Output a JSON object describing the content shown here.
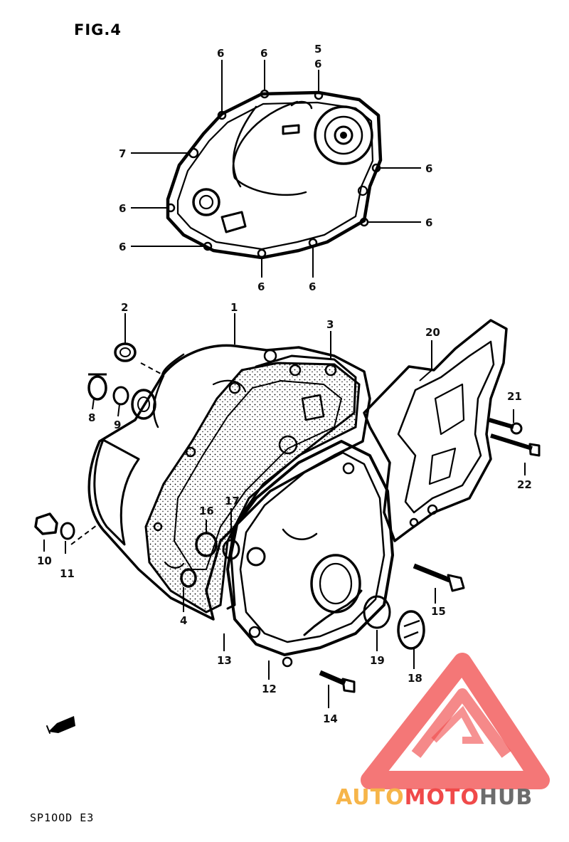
{
  "figure": {
    "title": "FIG.4",
    "model_code": "SP1OOD E3"
  },
  "brand": {
    "part1": "AUTO",
    "part2": "MOTO",
    "part3": "HUB"
  },
  "colors": {
    "ink": "#000000",
    "paper": "#ffffff",
    "watermark_red": "#f04a4a",
    "watermark_orange": "#f6b54a",
    "watermark_gray": "#6c6c6c"
  },
  "callouts": [
    {
      "id": "c1",
      "label": "6"
    },
    {
      "id": "c2",
      "label": "6"
    },
    {
      "id": "c3",
      "label": "5"
    },
    {
      "id": "c4",
      "label": "6"
    },
    {
      "id": "c5",
      "label": "7"
    },
    {
      "id": "c6",
      "label": "6"
    },
    {
      "id": "c7",
      "label": "6"
    },
    {
      "id": "c8",
      "label": "6"
    },
    {
      "id": "c9",
      "label": "6"
    },
    {
      "id": "c10",
      "label": "6"
    },
    {
      "id": "c11",
      "label": "6"
    },
    {
      "id": "c12",
      "label": "2"
    },
    {
      "id": "c13",
      "label": "1"
    },
    {
      "id": "c14",
      "label": "3"
    },
    {
      "id": "c15",
      "label": "20"
    },
    {
      "id": "c16",
      "label": "8"
    },
    {
      "id": "c17",
      "label": "9"
    },
    {
      "id": "c18",
      "label": "21"
    },
    {
      "id": "c19",
      "label": "22"
    },
    {
      "id": "c20",
      "label": "16"
    },
    {
      "id": "c21",
      "label": "17"
    },
    {
      "id": "c22",
      "label": "10"
    },
    {
      "id": "c23",
      "label": "11"
    },
    {
      "id": "c24",
      "label": "4"
    },
    {
      "id": "c25",
      "label": "15"
    },
    {
      "id": "c26",
      "label": "13"
    },
    {
      "id": "c27",
      "label": "19"
    },
    {
      "id": "c28",
      "label": "18"
    },
    {
      "id": "c29",
      "label": "12"
    },
    {
      "id": "c30",
      "label": "14"
    }
  ]
}
